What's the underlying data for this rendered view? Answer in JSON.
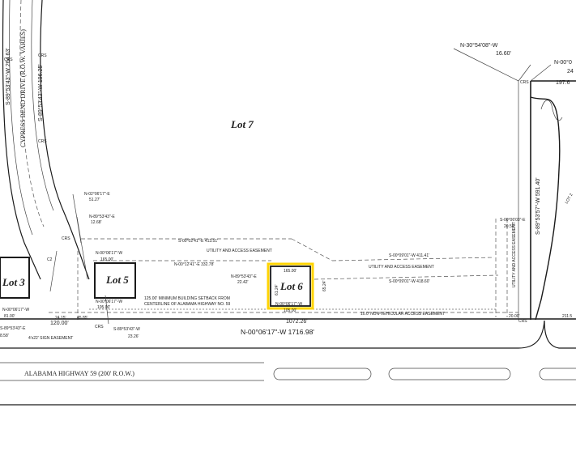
{
  "labels": {
    "lot7": "Lot 7",
    "lot3": "Lot 3",
    "lot5": "Lot 5",
    "lot6": "Lot 6",
    "highway": "ALABAMA HIGHWAY 59 (200' R.O.W.)",
    "cypress": "CYPRESS BEND DRIVE (R.O.W. VARIES)",
    "north_bearing": "N-30°54'08\"-W",
    "north_dist": "16.60'",
    "tr_bearing": "N-00°0",
    "tr_dist1": "24",
    "tr_dist2": "197.6",
    "east_line": "S-89°53'57\"-W  591.40'",
    "bottom_line": "N-00°06'17\"-W  1716.98'",
    "bottom_dist": "1072.26'",
    "left_bearing1": "S-89°53'43\"-W  264.63'",
    "left_bearing2": "S-89°53'43\"-W  196.25'",
    "easement_top": "S-00°02'41\"-E  413.51'",
    "easement_mid": "N-00°12'41\"-E  332.78'",
    "utility1": "UTILITY AND ACCESS EASEMENT",
    "utility2": "UTILITY AND ACCESS EASEMENT",
    "utility3": "UTILITY AND ACCESS EASEMENT",
    "setback": "125.00' MINIMUM BUILDING SETBACK FROM",
    "setback2": "CENTERLINE OF ALABAMA HIGHWAY NO. 59",
    "nonveh": "10.0' NON-VEHICULAR ACCESS EASEMENT",
    "lot6_top": "165.00'",
    "lot6_bot": "105.00'",
    "lot6_left": "61.24'",
    "lot6_right": "65.24'",
    "lot6_bearing": "N-00°06'17\"-W",
    "lot5_top": "165.00'",
    "lot5_bot": "105.00'",
    "lot5_bearing_top": "N-00°06'17\"-W",
    "lot5_bearing_bot": "N-00°06'17\"-W",
    "lot3_bot": "81.00'",
    "lot3_bearing": "N-00°06'17\"-W",
    "lot3_dist_bot": "120.00'",
    "dist_45": "45.85'",
    "dist_24": "24.15'",
    "sign_easement": "4'x22' SIGN EASEMENT",
    "sw_bearing": "S-89°53'43\"-W",
    "sw_dist": "23.26'",
    "ll_bearing": "S-89°53'43\"-E",
    "ll_dist": "8.58'",
    "right_util_1": "S-00°09'01\"-W  411.41'",
    "right_util_2": "S-00°09'01\"-W  418.60'",
    "right_side_dist": "20.00'",
    "right_side_dist2": "211.5",
    "dist_12": "12.68'",
    "dist_51": "51.27'",
    "bearing_a": "N-02°06'17\"-E",
    "bearing_b": "N-89°53'43\"-E",
    "crs": "CRS",
    "c2": "C2",
    "right_small": "S-00°06'03\"-E",
    "right_small_d": "20.56'",
    "lot7_right_text": "LOT 2",
    "small_2242": "22.42'",
    "small_bearing_6": "N-89°53'43\"-E"
  }
}
